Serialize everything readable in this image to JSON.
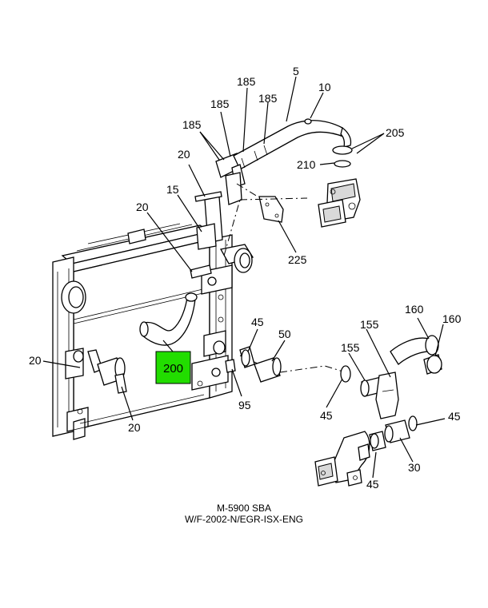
{
  "callouts": {
    "c5": "5",
    "c10": "10",
    "c15": "15",
    "c20": "20",
    "c30": "30",
    "c45": "45",
    "c50": "50",
    "c95": "95",
    "c155": "155",
    "c160": "160",
    "c185": "185",
    "c200": "200",
    "c205": "205",
    "c210": "210",
    "c225": "225"
  },
  "highlight": {
    "part": "200",
    "color": "#22dd00"
  },
  "caption": {
    "line1": "M-5900  SBA",
    "line2": "W/F-2002-N/EGR-ISX-ENG"
  }
}
